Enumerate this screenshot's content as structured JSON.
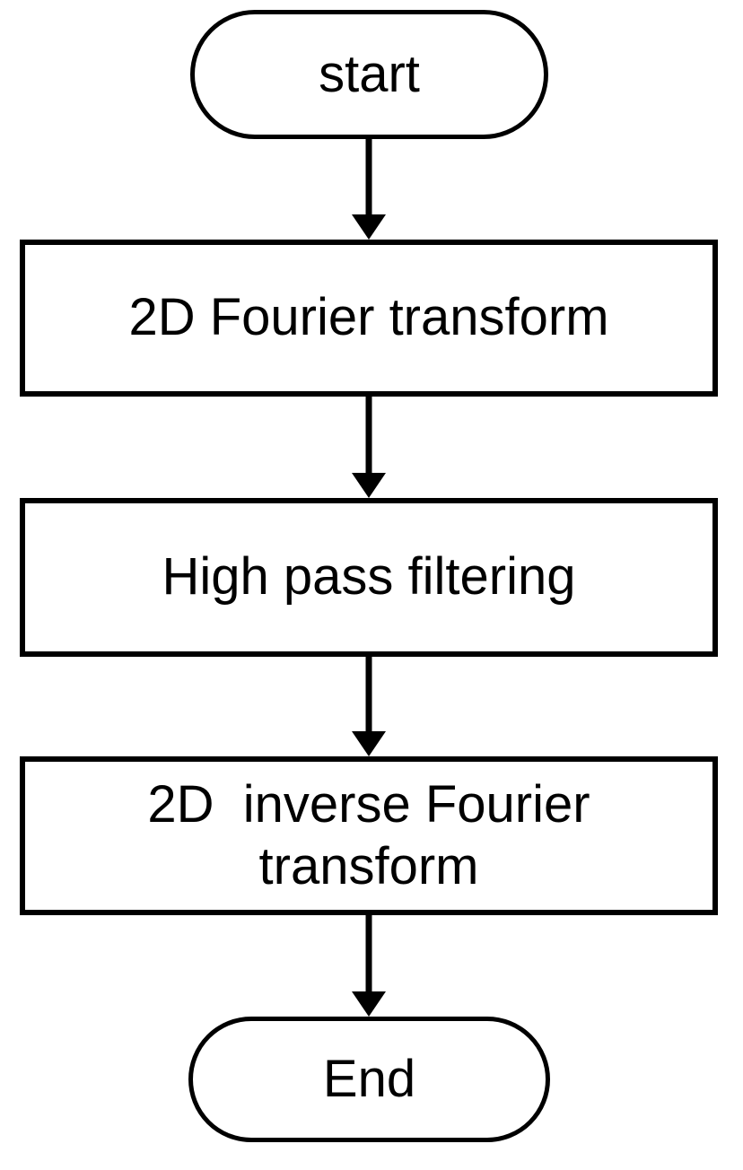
{
  "diagram": {
    "type": "flowchart",
    "background_color": "#ffffff",
    "stroke_color": "#000000",
    "text_color": "#000000",
    "nodes": [
      {
        "id": "start",
        "shape": "terminator",
        "label": "start"
      },
      {
        "id": "fourier",
        "shape": "process",
        "label": "2D Fourier transform"
      },
      {
        "id": "highpass",
        "shape": "process",
        "label": "High pass filtering"
      },
      {
        "id": "inverse",
        "shape": "process",
        "label": "2D  inverse Fourier\ntransform"
      },
      {
        "id": "end",
        "shape": "terminator",
        "label": "End"
      }
    ],
    "edges": [
      {
        "from": "start",
        "to": "fourier",
        "style": "arrow-down"
      },
      {
        "from": "fourier",
        "to": "highpass",
        "style": "arrow-down"
      },
      {
        "from": "highpass",
        "to": "inverse",
        "style": "arrow-down"
      },
      {
        "from": "inverse",
        "to": "end",
        "style": "arrow-down"
      }
    ]
  }
}
